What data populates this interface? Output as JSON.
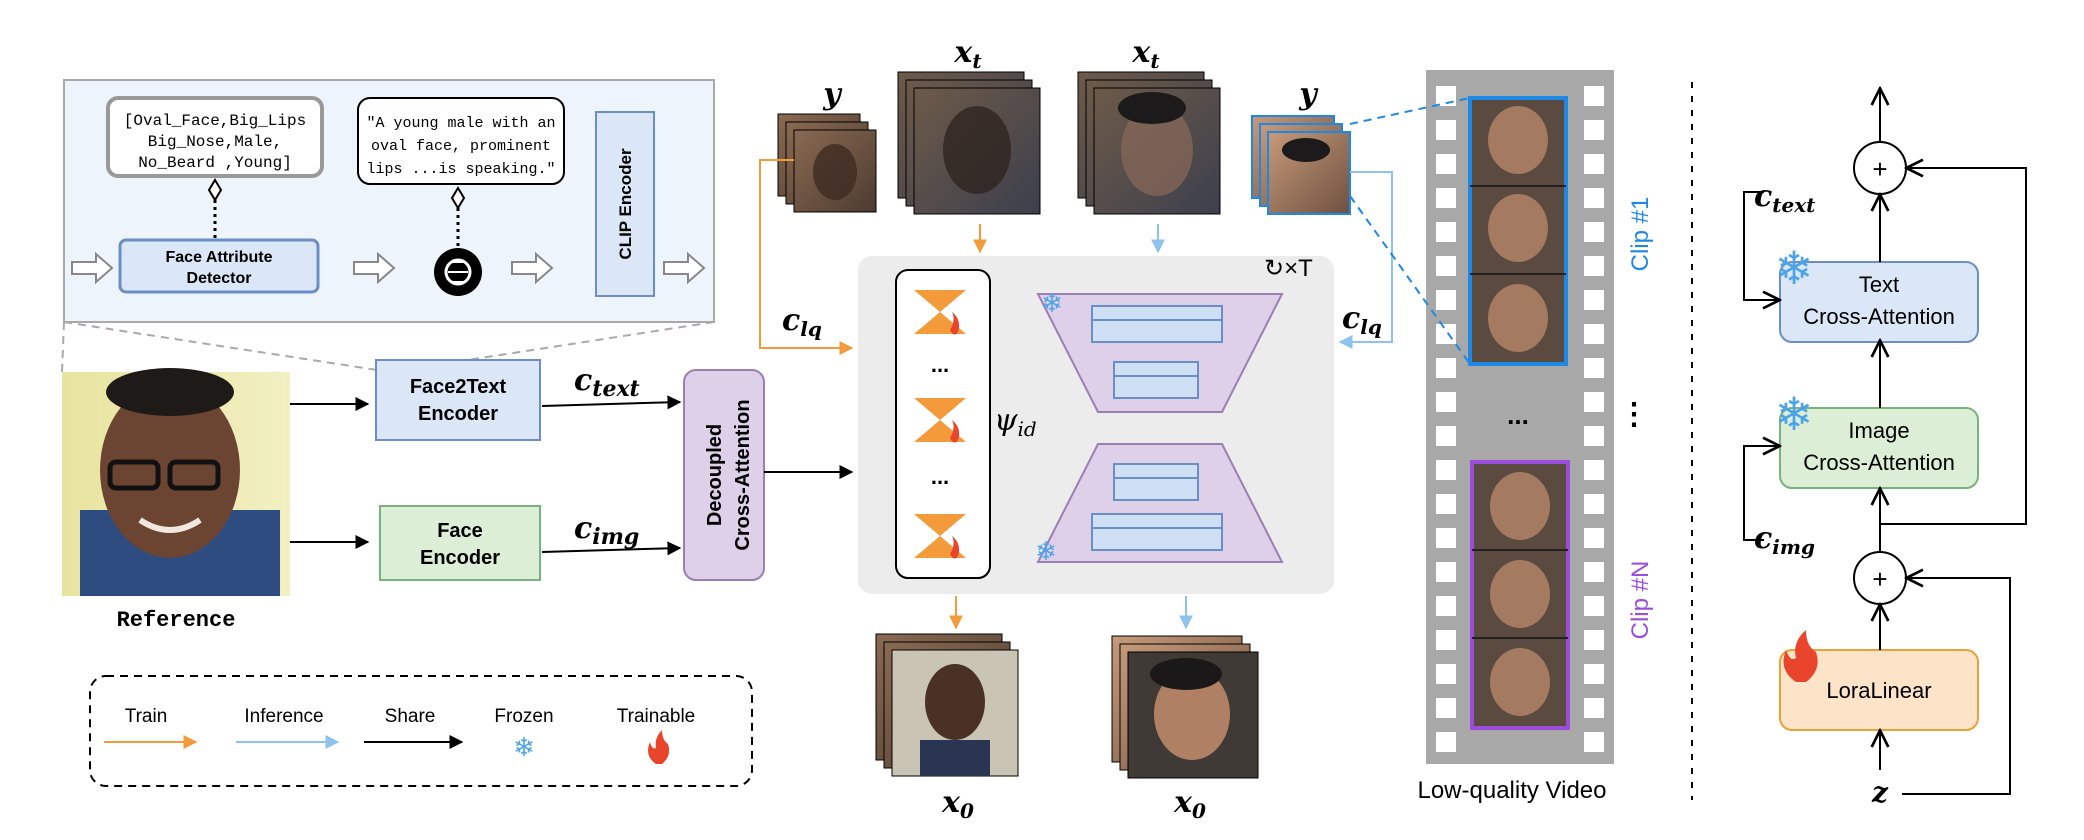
{
  "attribute_panel": {
    "attributes_line1": "[Oval_Face,Big_Lips",
    "attributes_line2": "Big_Nose,Male,",
    "attributes_line3": "No_Beard ,Young]",
    "caption_line1": "\"A young male with an",
    "caption_line2": "oval face, prominent",
    "caption_line3": "lips ...is speaking.\"",
    "detector_line1": "Face Attribute",
    "detector_line2": "Detector",
    "clip_encoder": "CLIP Encoder"
  },
  "reference": {
    "label": "Reference"
  },
  "encoders": {
    "face2text_line1": "Face2Text",
    "face2text_line2": "Encoder",
    "face_line1": "Face",
    "face_line2": "Encoder",
    "c_text": "c",
    "c_text_sub": "text",
    "c_img": "c",
    "c_img_sub": "img"
  },
  "decoupled": {
    "line1": "Decoupled",
    "line2": "Cross-Attention"
  },
  "center": {
    "y_left": "y",
    "xt_left": "x",
    "xt_left_sub": "t",
    "xt_right": "x",
    "xt_right_sub": "t",
    "y_right": "y",
    "clq_left": "c",
    "clq_left_sub": "lq",
    "clq_right": "c",
    "clq_right_sub": "lq",
    "psi": "ψ",
    "psi_sub": "id",
    "dots1": "...",
    "dots2": "...",
    "loop": "↻×T",
    "x0_left": "x",
    "x0_left_sub": "0",
    "x0_right": "x",
    "x0_right_sub": "0"
  },
  "video": {
    "clip1": "Clip #1",
    "clipN": "Clip #N",
    "dots": "...",
    "vdots": "⋮",
    "label": "Low-quality Video"
  },
  "legend": {
    "train": "Train",
    "inference": "Inference",
    "share": "Share",
    "frozen": "Frozen",
    "trainable": "Trainable"
  },
  "block": {
    "plus_top": "+",
    "plus_bottom": "+",
    "c_text": "c",
    "c_text_sub": "text",
    "text_attn_line1": "Text",
    "text_attn_line2": "Cross-Attention",
    "image_attn_line1": "Image",
    "image_attn_line2": "Cross-Attention",
    "c_img": "c",
    "c_img_sub": "img",
    "lora": "LoraLinear",
    "z": "z"
  },
  "colors": {
    "train": "#f39a3a",
    "inference": "#8fc3ee",
    "clip1": "#1e88e5",
    "clipN": "#9b4ddb",
    "blue_box": "#dbe7f7",
    "green_box": "#dcefd6",
    "purple_box": "#ddd0e8",
    "orange_box": "#fde3c8"
  }
}
